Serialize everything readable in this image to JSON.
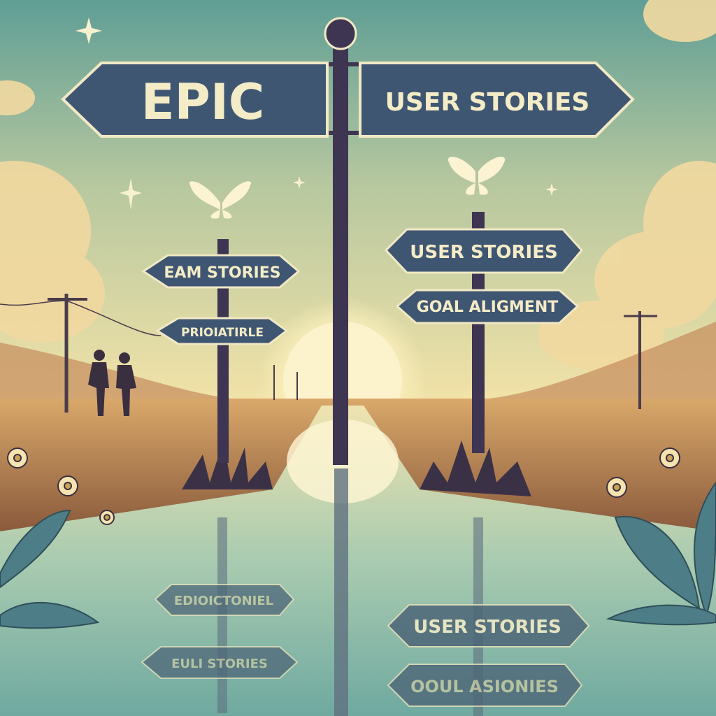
{
  "main_sign": {
    "left": "EPIC",
    "right": "USER STORIES"
  },
  "left_post": {
    "top": "EAM STORIES",
    "bottom": "PRIOIATIRLE"
  },
  "right_post": {
    "top": "USER STORIES",
    "bottom": "GOAL ALIGMENT"
  },
  "reflections": {
    "left_top": "EDIOICTONIEL",
    "left_bottom": "EULI STORIES",
    "right_top": "USER STORIES",
    "right_bottom": "OOUL ASIONIES"
  },
  "colors": {
    "sky_top": "#5f9e95",
    "horizon": "#f3e3a8",
    "sign": "#3f5673",
    "sign_border": "#f1e8c4",
    "pole": "#3d3552",
    "ground": "#a9784e",
    "water": "#8fbfae"
  }
}
